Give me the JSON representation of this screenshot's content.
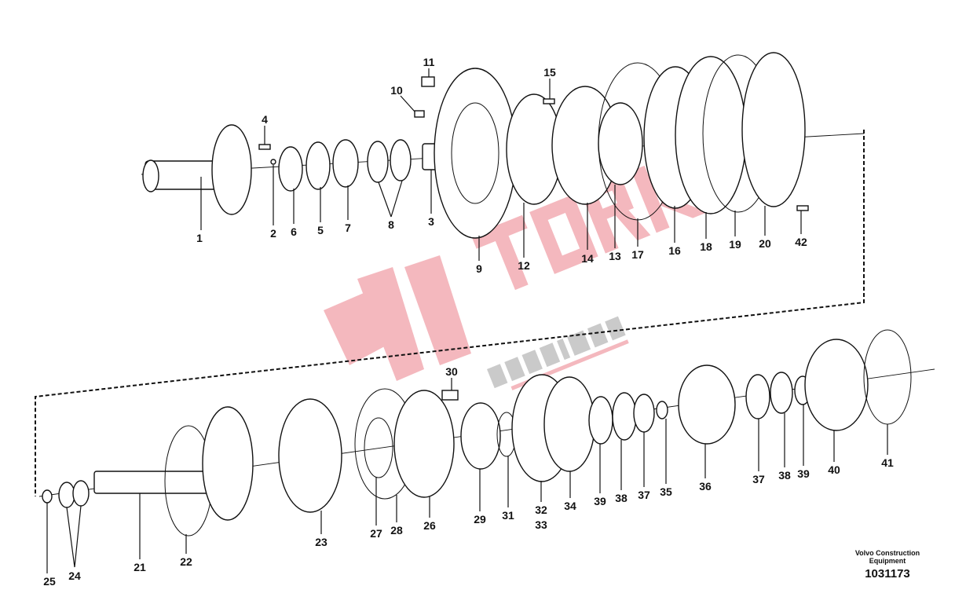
{
  "diagram": {
    "parts_top": [
      "1",
      "2",
      "6",
      "5",
      "7",
      "8",
      "3",
      "9",
      "4",
      "11",
      "10",
      "15",
      "12",
      "14",
      "13",
      "17",
      "16",
      "18",
      "19",
      "20",
      "42"
    ],
    "parts_bottom": [
      "25",
      "24",
      "21",
      "22",
      "23",
      "27",
      "28",
      "26",
      "29",
      "31",
      "32",
      "33",
      "34",
      "39",
      "38",
      "37",
      "35",
      "36",
      "37",
      "38",
      "39",
      "40",
      "41",
      "30"
    ]
  },
  "footer": {
    "company_line1": "Volvo Construction",
    "company_line2": "Equipment",
    "drawing_number": "1031173"
  },
  "watermark": {
    "brand": "TORK",
    "sub": "ŞANZIMAN",
    "colors": {
      "red": "#f0a0a8",
      "gray": "#b8b8b8"
    }
  }
}
